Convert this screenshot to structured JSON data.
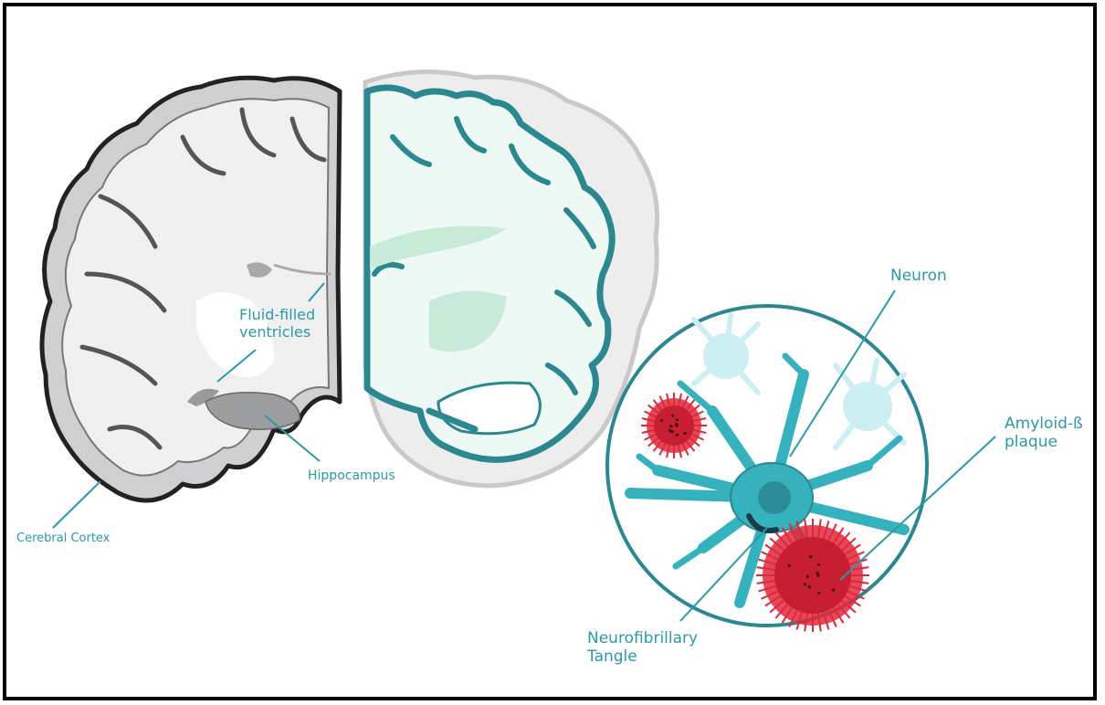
{
  "labels": {
    "fluid_ventricles_line1": "Fluid-filled",
    "fluid_ventricles_line2": "ventricles",
    "hippocampus": "Hippocampus",
    "cerebral_cortex": "Cerebral Cortex",
    "neuron": "Neuron",
    "amyloid_line1": "Amyloid-ß",
    "amyloid_line2": "plaque",
    "tangle_line1": "Neurofibrillary",
    "tangle_line2": "Tangle"
  },
  "colors": {
    "accent": "#2a9aa6",
    "teal_dark": "#2b8790",
    "neuron_fill": "#36b2bf",
    "plaque_red": "#e0283c",
    "cortex_gray": "#cfd0d1",
    "diseased_fill": "#eef8f5"
  }
}
